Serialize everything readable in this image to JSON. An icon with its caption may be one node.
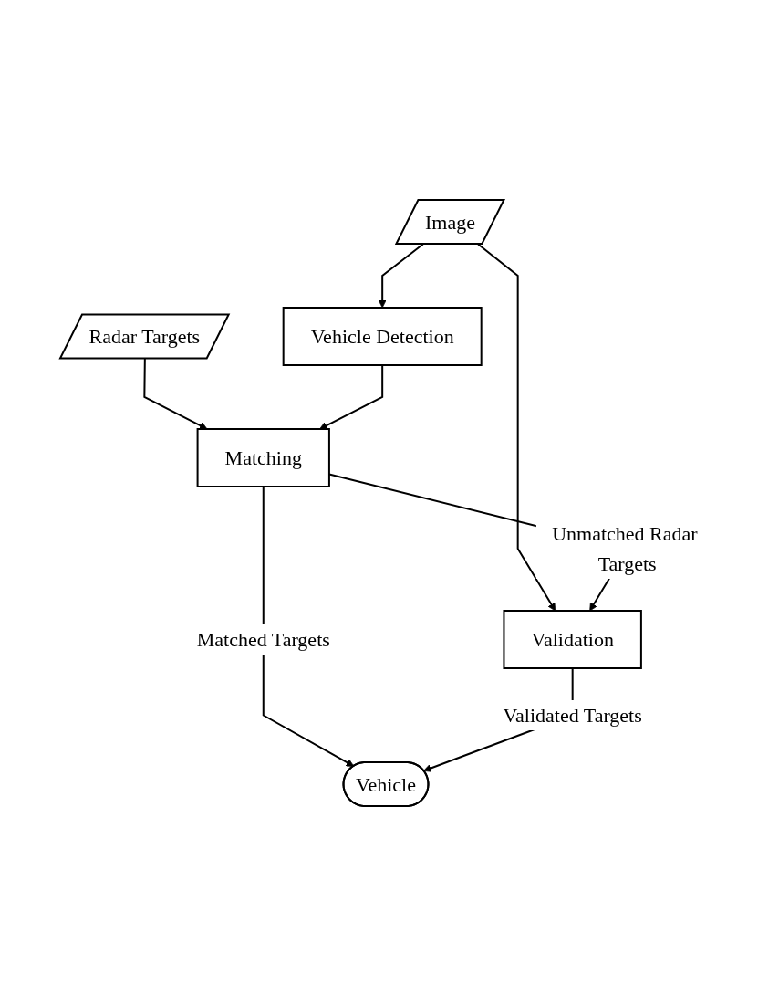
{
  "diagram": {
    "nodes": [
      {
        "text": [
          "Radar Targets"
        ]
      },
      {
        "text": [
          "Image"
        ]
      },
      {
        "text": [
          "Vehicle Detection"
        ]
      },
      {
        "text": [
          "Matching"
        ]
      },
      {
        "text": [
          "Validation"
        ]
      },
      {
        "text": [
          "Vehicle"
        ]
      }
    ],
    "edges": [
      {
        "from": 0,
        "to": 3,
        "arrow": "to"
      },
      {
        "from": 1,
        "to": 2,
        "arrow": "to"
      },
      {
        "from": 1,
        "to": 4,
        "arrow": "to"
      },
      {
        "from": 2,
        "to": 3,
        "arrow": "to"
      },
      {
        "from": 3,
        "to": 4,
        "arrow": "to",
        "label": "Unmatched Radar Targets"
      },
      {
        "from": 3,
        "to": 5,
        "arrow": "to",
        "label": "Matched Targets"
      },
      {
        "from": 4,
        "to": 5,
        "arrow": "to",
        "label": "Validated Targets"
      }
    ]
  }
}
